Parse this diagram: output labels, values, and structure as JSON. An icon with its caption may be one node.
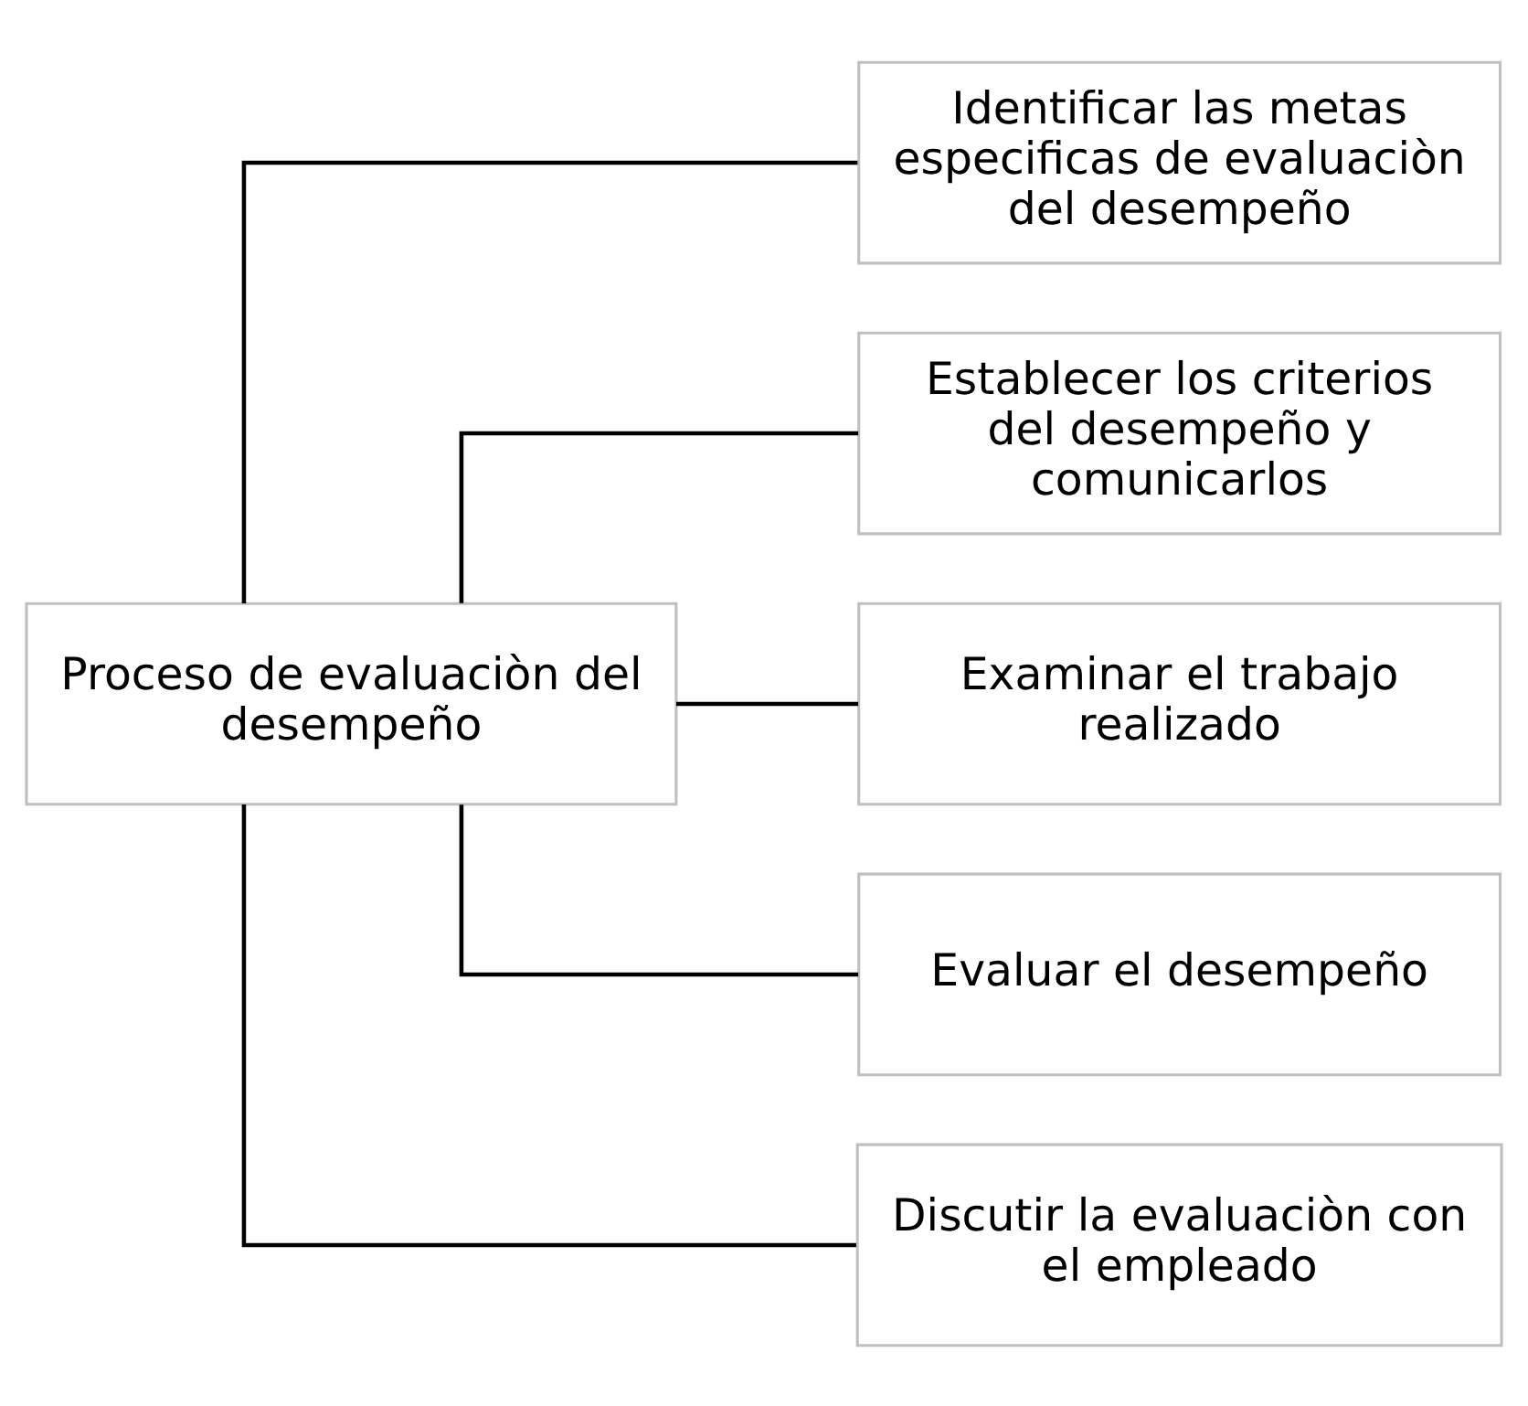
{
  "diagram": {
    "nodes": [
      {
        "text": [
          "Proceso de evaluaciòn del desempeño"
        ]
      },
      {
        "text": [
          "Identificar las metas especificas de evaluaciòn del desempeño"
        ]
      },
      {
        "text": [
          "Establecer los criterios del desempeño y comunicarlos"
        ]
      },
      {
        "text": [
          "Examinar el trabajo realizado"
        ]
      },
      {
        "text": [
          "Evaluar el desempeño"
        ]
      },
      {
        "text": [
          "Discutir la evaluaciòn con el empleado"
        ]
      }
    ],
    "edges": [
      {
        "from": 0,
        "to": 1,
        "arrow": "none"
      },
      {
        "from": 0,
        "to": 2,
        "arrow": "none"
      },
      {
        "from": 0,
        "to": 3,
        "arrow": "none"
      },
      {
        "from": 0,
        "to": 4,
        "arrow": "none"
      },
      {
        "from": 0,
        "to": 5,
        "arrow": "none"
      }
    ]
  }
}
